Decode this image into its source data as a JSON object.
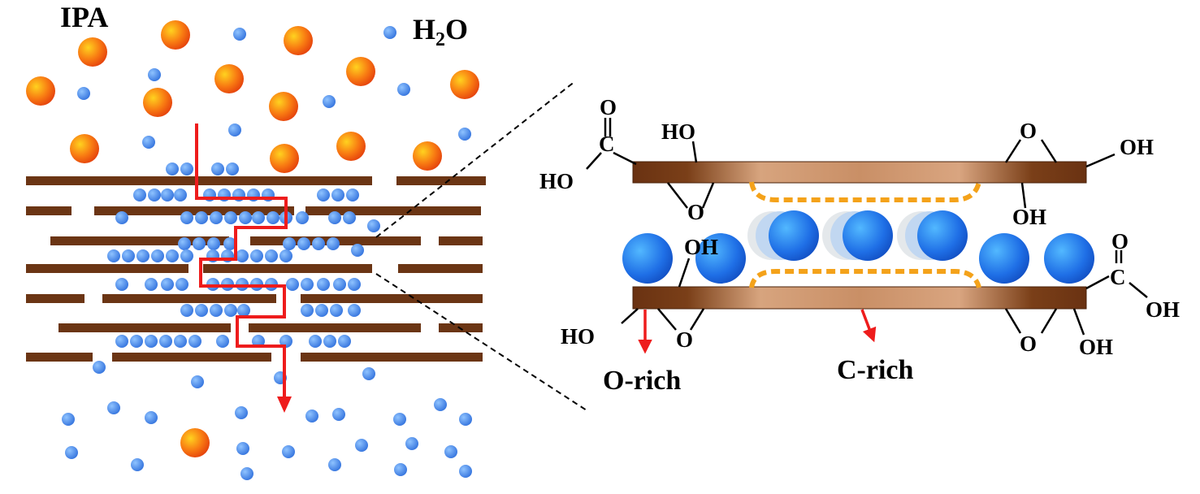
{
  "labels": {
    "ipa": "IPA",
    "water_main": "H",
    "water_sub": "2",
    "water_tail": "O",
    "o_rich": "O-rich",
    "c_rich": "C-rich"
  },
  "groups": {
    "carbonyl_o": "O",
    "carboxyl_c": "C",
    "ho": "HO",
    "oh": "OH",
    "epoxy_o": "O"
  },
  "colors": {
    "ipa_sphere": "#f26a10",
    "water_sphere": "#3d7fe0",
    "sheet": "#6b3514",
    "pathway_arrow": "#ee1c1c",
    "interlayer_dash": "#f4a21a"
  }
}
